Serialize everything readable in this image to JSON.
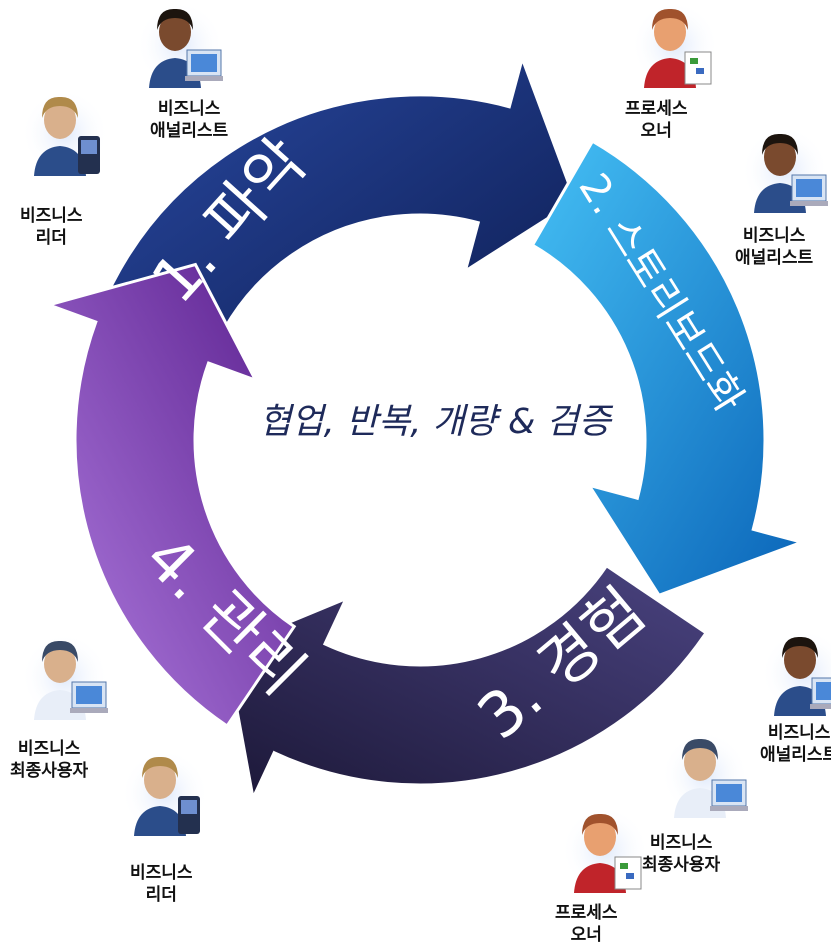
{
  "center_text": "협업, 반복, 개량 & 검증",
  "phases": [
    {
      "label": "1. 파악",
      "color_dark": "#0d1f5c",
      "color_light": "#1f3b8f"
    },
    {
      "label": "2. 스토리보드화",
      "color_dark": "#0a6fc2",
      "color_light": "#2aa8ec"
    },
    {
      "label": "3. 경험",
      "color_dark": "#262149",
      "color_light": "#3c3570"
    },
    {
      "label": "4. 관리",
      "color_dark": "#5b238f",
      "color_light": "#8a4dc2"
    }
  ],
  "roles": [
    {
      "line1": "비즈니스",
      "line2": "애널리스트",
      "icon": "analyst-person-icon"
    },
    {
      "line1": "비즈니스",
      "line2": "리더",
      "icon": "leader-person-icon"
    },
    {
      "line1": "프로세스",
      "line2": "오너",
      "icon": "owner-person-icon"
    },
    {
      "line1": "비즈니스",
      "line2": "애널리스트",
      "icon": "analyst-person-icon"
    },
    {
      "line1": "비즈니스",
      "line2": "애널리스트",
      "icon": "analyst-person-icon"
    },
    {
      "line1": "비즈니스",
      "line2": "최종사용자",
      "icon": "end-user-person-icon"
    },
    {
      "line1": "프로세스",
      "line2": "오너",
      "icon": "owner-person-icon"
    },
    {
      "line1": "비즈니스",
      "line2": "최종사용자",
      "icon": "end-user-person-icon"
    },
    {
      "line1": "비즈니스",
      "line2": "리더",
      "icon": "leader-person-icon"
    }
  ]
}
